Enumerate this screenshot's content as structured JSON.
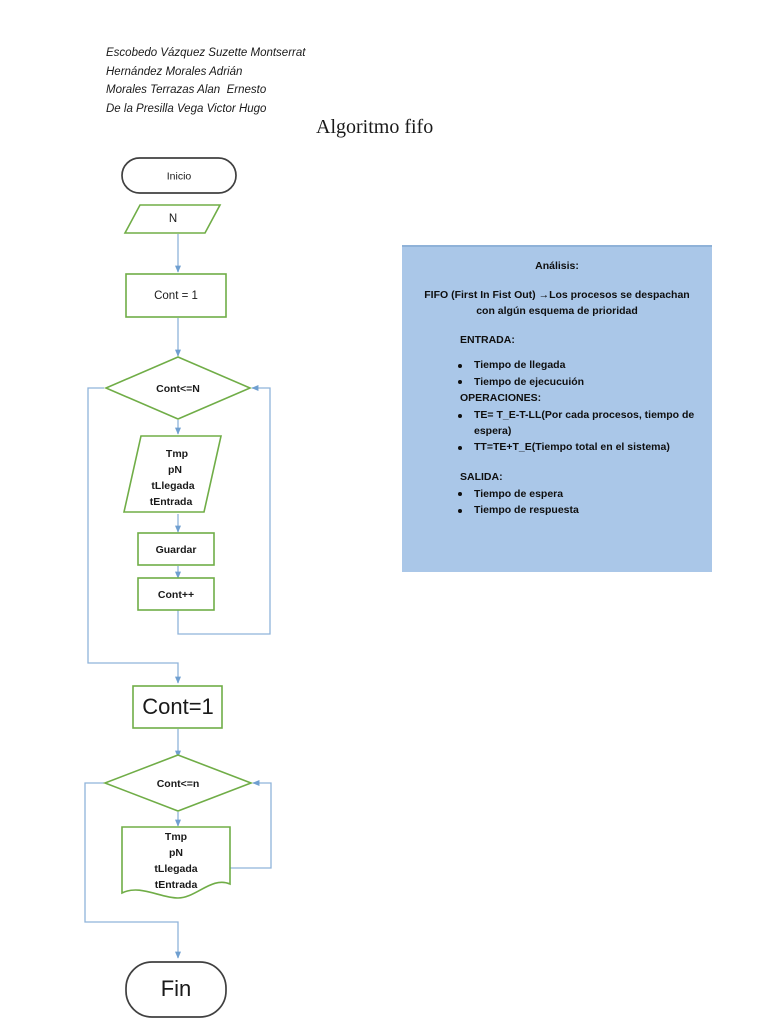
{
  "document": {
    "title": "Algoritmo fifo",
    "authors": [
      "Escobedo Vázquez Suzette Montserrat",
      "Hernández Morales Adrián",
      "Morales Terrazas Alan  Ernesto",
      "De la Presilla Vega Victor Hugo"
    ]
  },
  "colors": {
    "process_border": "#70ad47",
    "terminator_border": "#404040",
    "connector": "#8fb3da",
    "callout_fill": "#aac7e8",
    "callout_top_edge": "#8fb2d8",
    "text": "#1a1a1a"
  },
  "analysis": {
    "heading": "Análisis:",
    "definition": "FIFO (First In Fist Out) →Los procesos se despachan con algún esquema de prioridad",
    "sections": [
      {
        "label": "ENTRADA:",
        "items": [
          "Tiempo de llegada",
          "Tiempo de ejecucuión"
        ]
      },
      {
        "label": "OPERACIONES:",
        "items": [
          "TE= T_E-T-LL(Por cada procesos, tiempo de espera)",
          "TT=TE+T_E(Tiempo total en el sistema)"
        ]
      },
      {
        "label": "SALIDA:",
        "items": [
          "Tiempo de espera",
          "Tiempo de respuesta"
        ]
      }
    ]
  },
  "flowchart": {
    "type": "flowchart",
    "nodes": [
      {
        "id": "start",
        "shape": "terminator",
        "label": "Inicio"
      },
      {
        "id": "input-n",
        "shape": "parallelogram",
        "label": "N"
      },
      {
        "id": "init1",
        "shape": "process",
        "label": "Cont = 1"
      },
      {
        "id": "dec1",
        "shape": "decision",
        "label": "Cont<=N"
      },
      {
        "id": "data1",
        "shape": "parallelogram",
        "label": "Tmp\npN\ntLlegada\ntEntrada"
      },
      {
        "id": "save",
        "shape": "process",
        "label": "Guardar"
      },
      {
        "id": "incr",
        "shape": "process",
        "label": "Cont++"
      },
      {
        "id": "init2",
        "shape": "process",
        "label": "Cont=1"
      },
      {
        "id": "dec2",
        "shape": "decision",
        "label": "Cont<=n"
      },
      {
        "id": "doc1",
        "shape": "document",
        "label": "Tmp\npN\ntLlegada\ntEntrada"
      },
      {
        "id": "end",
        "shape": "terminator",
        "label": "Fin"
      }
    ],
    "data_lines": [
      "Tmp",
      "pN",
      "tLlegada",
      "tEntrada"
    ],
    "edges": [
      {
        "from": "input-n",
        "to": "init1",
        "kind": "arrow-down"
      },
      {
        "from": "init1",
        "to": "dec1",
        "kind": "arrow-down"
      },
      {
        "from": "dec1",
        "to": "data1",
        "kind": "arrow-down"
      },
      {
        "from": "data1",
        "to": "save",
        "kind": "arrow-down"
      },
      {
        "from": "save",
        "to": "incr",
        "kind": "arrow-down"
      },
      {
        "from": "incr",
        "to": "dec1",
        "kind": "loop-right"
      },
      {
        "from": "dec1",
        "to": "init2",
        "kind": "loop-left"
      },
      {
        "from": "init2",
        "to": "dec2",
        "kind": "arrow-down"
      },
      {
        "from": "dec2",
        "to": "doc1",
        "kind": "arrow-down"
      },
      {
        "from": "doc1",
        "to": "dec2",
        "kind": "loop-right"
      },
      {
        "from": "dec2",
        "to": "end",
        "kind": "loop-left"
      }
    ]
  }
}
